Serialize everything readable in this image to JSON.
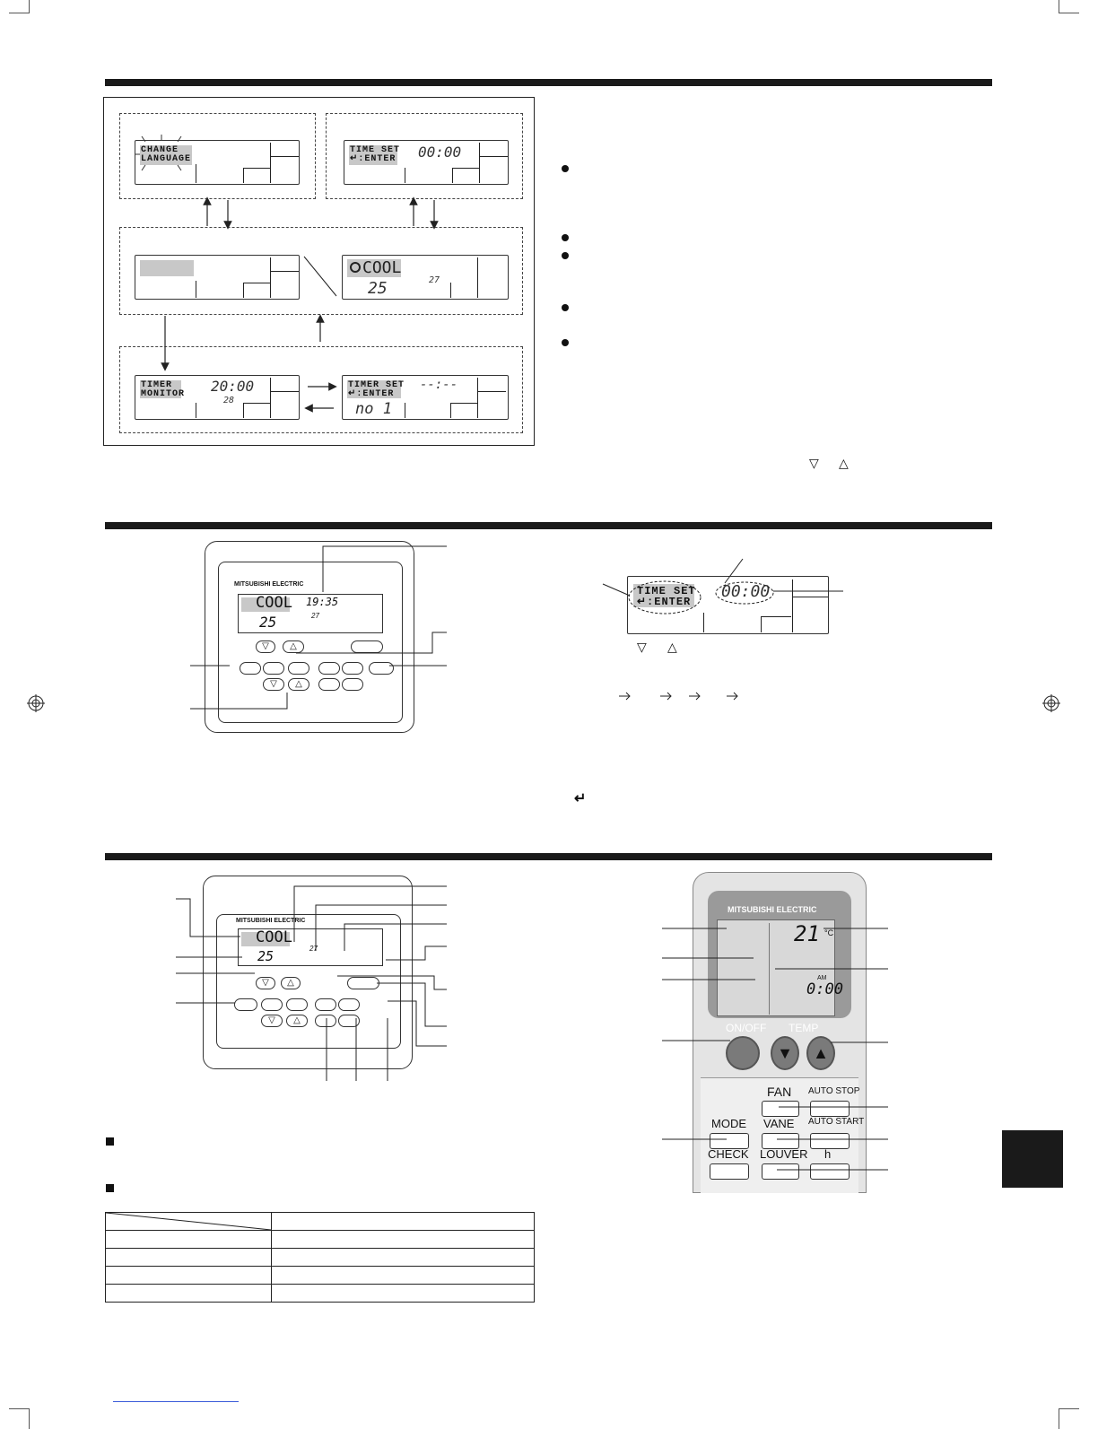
{
  "flow_diagram": {
    "screen_change_language": {
      "line1": "CHANGE",
      "line2": "LANGUAGE"
    },
    "screen_time_set": {
      "line1": "TIME SET",
      "line2": "↵:ENTER",
      "time": "00:00"
    },
    "screen_normal": {
      "mode": "COOL",
      "set_temp": "25",
      "room_temp": "27"
    },
    "screen_timer_monitor": {
      "line1": "TIMER",
      "line2": "MONITOR",
      "time": "20:00",
      "temp": "28"
    },
    "screen_timer_set": {
      "line1": "TIMER SET",
      "line2": "↵:ENTER",
      "time": "--:--",
      "number": "no 1"
    }
  },
  "bullets": {
    "count": 5
  },
  "down_arrow_symbol": "▽",
  "up_arrow_symbol": "△",
  "enter_symbol": "↵",
  "section2": {
    "controller": {
      "brand": "MITSUBISHI ELECTRIC",
      "mode": "COOL",
      "clock": "19:35",
      "set_temp": "25",
      "room_temp": "27"
    },
    "lcd_detail": {
      "line1": "TIME SET",
      "line2": "↵:ENTER",
      "time": "00:00"
    }
  },
  "section3": {
    "controller": {
      "brand": "MITSUBISHI ELECTRIC",
      "mode": "COOL",
      "set_temp": "25",
      "room_temp": "27"
    },
    "remote": {
      "brand": "MITSUBISHI ELECTRIC",
      "temp_display": "21",
      "temp_unit": "°C",
      "time_prefix": "AM",
      "time_display": "0:00",
      "on_off": "ON/OFF",
      "temp_label": "TEMP",
      "fan": "FAN",
      "auto_stop": "AUTO STOP",
      "mode": "MODE",
      "vane": "VANE",
      "auto_start": "AUTO START",
      "check": "CHECK",
      "louver": "LOUVER",
      "h": "h"
    }
  },
  "colors": {
    "rule": "#1a1a1a",
    "lcd_highlight": "#c8c8c8",
    "remote_body": "#e4e4e4"
  }
}
